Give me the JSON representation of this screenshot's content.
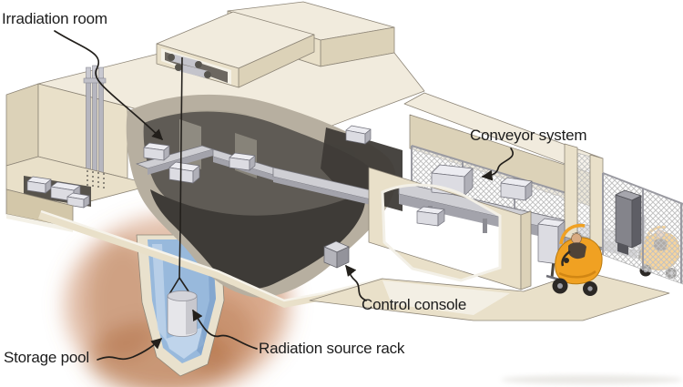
{
  "annotations": {
    "irradiation_room": {
      "label": "Irradiation room"
    },
    "conveyor_system": {
      "label": "Conveyor system"
    },
    "control_console": {
      "label": "Control console"
    },
    "storage_pool": {
      "label": "Storage pool"
    },
    "radiation_source_rack": {
      "label": "Radiation source rack"
    }
  },
  "colors": {
    "bg": "#ffffff",
    "wall": "#e9e0c9",
    "wallShade": "#dcd2b8",
    "wallDark": "#d3c7a9",
    "roof": "#f1ebdd",
    "cut": "#b7afa0",
    "roomWall": "#5f5b55",
    "roomFloor": "#3e3b37",
    "outline": "#8d8577",
    "track": "#cfcfd4",
    "trackSide": "#a3a3ab",
    "boxTop": "#ececf1",
    "boxFront": "#dcdce2",
    "boxSide": "#b0b0b8",
    "boxEdge": "#70707a",
    "poolWall": "#e9e1cd",
    "poolWater": "#98b9dc",
    "poolLight": "#c3d7ec",
    "poolShade": "#7fa3cc",
    "earth": "#c8845a",
    "earthDeep": "#a96436",
    "forklift": "#f0a122",
    "forkliftDark": "#c07a10",
    "metal": "#c4c4cb",
    "metalDark": "#57544d",
    "cabinet": "#84848b",
    "cable": "#23201c",
    "skin": "#d9ab82",
    "shirt": "#4f4337",
    "wheel": "#2b2825",
    "white": "#f4f1e7",
    "labelText": "#1c1c1c",
    "leader": "#221f1b"
  }
}
